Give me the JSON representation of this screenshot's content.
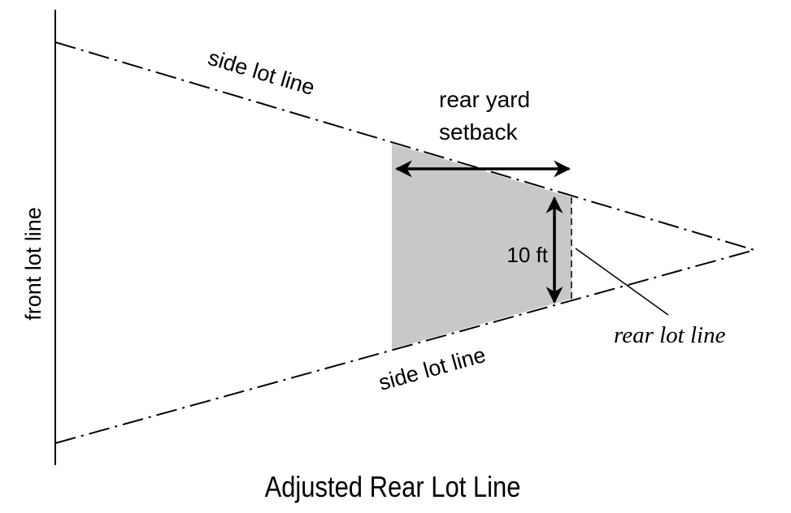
{
  "diagram": {
    "title": "Adjusted Rear Lot Line",
    "labels": {
      "front_lot_line": "front lot line",
      "side_lot_line_top": "side lot line",
      "side_lot_line_bottom": "side lot line",
      "rear_yard_setback_line1": "rear yard",
      "rear_yard_setback_line2": "setback",
      "dimension": "10 ft",
      "rear_lot_line": "rear lot line"
    },
    "colors": {
      "line": "#000000",
      "setback_fill": "#c8c8c8",
      "background": "#ffffff"
    }
  }
}
